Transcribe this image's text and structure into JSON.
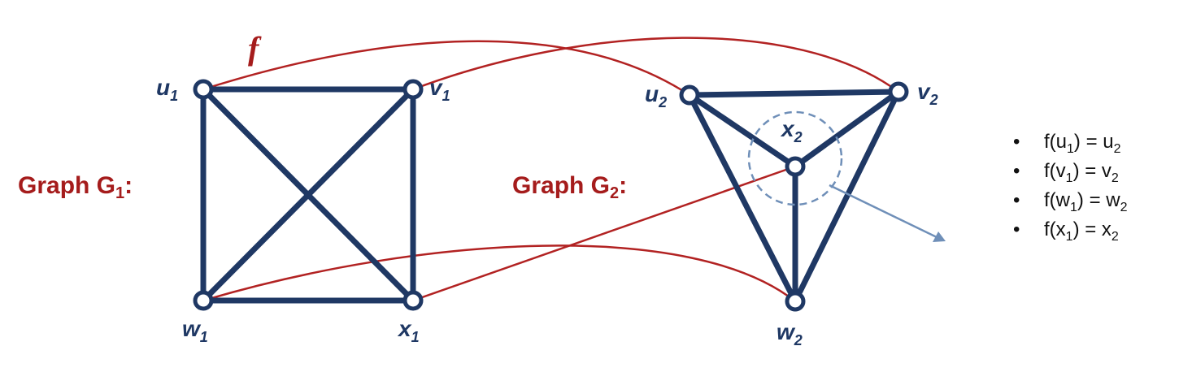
{
  "colors": {
    "edge": "#1f3864",
    "mapping": "#b22222",
    "label_red": "#a51c1c",
    "highlight": "#6f8fb8"
  },
  "map_label": "f",
  "graph1": {
    "label": "Graph G",
    "label_sub": "1",
    "label_suffix": ":",
    "vertices": {
      "u": {
        "name": "u",
        "sub": "1"
      },
      "v": {
        "name": "v",
        "sub": "1"
      },
      "w": {
        "name": "w",
        "sub": "1"
      },
      "x": {
        "name": "x",
        "sub": "1"
      }
    }
  },
  "graph2": {
    "label": "Graph G",
    "label_sub": "2",
    "label_suffix": ":",
    "vertices": {
      "u": {
        "name": "u",
        "sub": "2"
      },
      "v": {
        "name": "v",
        "sub": "2"
      },
      "w": {
        "name": "w",
        "sub": "2"
      },
      "x": {
        "name": "x",
        "sub": "2"
      }
    }
  },
  "mapping_list": [
    {
      "pre": "f(u",
      "sub1": "1",
      "mid": ") = u",
      "sub2": "2"
    },
    {
      "pre": "f(v",
      "sub1": "1",
      "mid": ") = v",
      "sub2": "2"
    },
    {
      "pre": "f(w",
      "sub1": "1",
      "mid": ") = w",
      "sub2": "2"
    },
    {
      "pre": "f(x",
      "sub1": "1",
      "mid": ") = x",
      "sub2": "2"
    }
  ],
  "bullet_symbol": "•"
}
